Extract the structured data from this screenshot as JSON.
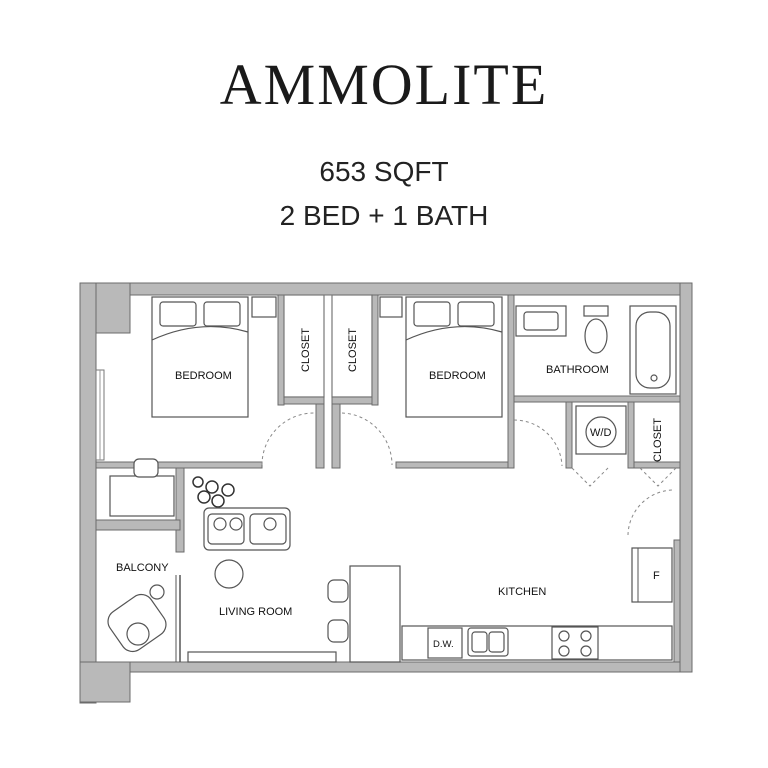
{
  "header": {
    "title": "AMMOLITE",
    "area": "653 SQFT",
    "layout": "2 BED + 1 BATH"
  },
  "rooms": {
    "bedroom_left": "BEDROOM",
    "closet_1": "CLOSET",
    "closet_2": "CLOSET",
    "bedroom_right": "BEDROOM",
    "bathroom": "BATHROOM",
    "washer_dryer": "W/D",
    "closet_3": "CLOSET",
    "balcony": "BALCONY",
    "living_room": "LIVING ROOM",
    "kitchen": "KITCHEN",
    "dishwasher": "D.W.",
    "fridge": "F"
  },
  "colors": {
    "wall_fill": "#b9b9b9",
    "line": "#555555",
    "background": "#ffffff"
  }
}
